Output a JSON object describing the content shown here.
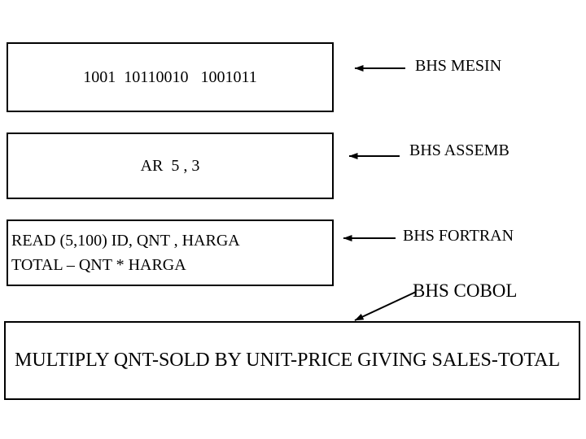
{
  "diagram": {
    "title": "language-levels-diagram",
    "colors": {
      "background": "#ffffff",
      "line": "#000000",
      "text": "#000000"
    },
    "boxes": [
      {
        "name": "machine-language-box",
        "text": "1001  10110010   1001011"
      },
      {
        "name": "assembly-language-box",
        "text": "AR  5 , 3"
      },
      {
        "name": "fortran-box",
        "lines": [
          "READ (5,100) ID, QNT , HARGA",
          "TOTAL – QNT * HARGA"
        ]
      },
      {
        "name": "cobol-box",
        "text": "MULTIPLY QNT-SOLD BY UNIT-PRICE GIVING SALES-TOTAL"
      }
    ],
    "labels": [
      {
        "name": "machine-language-label",
        "text": "BHS MESIN"
      },
      {
        "name": "assembly-language-label",
        "text": "BHS ASSEMB"
      },
      {
        "name": "fortran-label",
        "text": "BHS FORTRAN"
      },
      {
        "name": "cobol-label",
        "text": "BHS COBOL"
      }
    ]
  }
}
